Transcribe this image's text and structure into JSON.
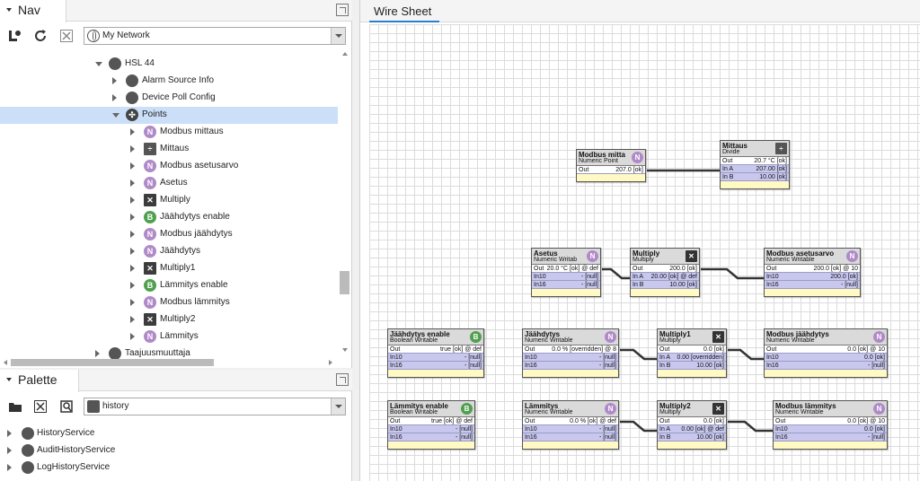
{
  "nav": {
    "title": "Nav",
    "station": "My Network",
    "tree": [
      {
        "label": "HSL 44",
        "icon": "device-icon",
        "arrow": "down",
        "indent": 106
      },
      {
        "label": "Alarm Source Info",
        "icon": "alarm-icon",
        "arrow": "right",
        "indent": 125
      },
      {
        "label": "Device Poll Config",
        "icon": "device-icon",
        "arrow": "right",
        "indent": 125
      },
      {
        "label": "Points",
        "icon": "points-icon",
        "arrow": "down",
        "indent": 125,
        "selected": true
      },
      {
        "label": "Modbus mittaus",
        "icon": "N",
        "arrow": "right",
        "indent": 145
      },
      {
        "label": "Mittaus",
        "icon": "divide",
        "arrow": "right",
        "indent": 145
      },
      {
        "label": "Modbus asetusarvo",
        "icon": "N",
        "arrow": "right",
        "indent": 145
      },
      {
        "label": "Asetus",
        "icon": "N",
        "arrow": "right",
        "indent": 145
      },
      {
        "label": "Multiply",
        "icon": "x",
        "arrow": "right",
        "indent": 145
      },
      {
        "label": "Jäähdytys enable",
        "icon": "B",
        "arrow": "right",
        "indent": 145
      },
      {
        "label": "Modbus jäähdytys",
        "icon": "N",
        "arrow": "right",
        "indent": 145
      },
      {
        "label": "Jäähdytys",
        "icon": "N",
        "arrow": "right",
        "indent": 145
      },
      {
        "label": "Multiply1",
        "icon": "x",
        "arrow": "right",
        "indent": 145
      },
      {
        "label": "Lämmitys enable",
        "icon": "B",
        "arrow": "right",
        "indent": 145
      },
      {
        "label": "Modbus lämmitys",
        "icon": "N",
        "arrow": "right",
        "indent": 145
      },
      {
        "label": "Multiply2",
        "icon": "x",
        "arrow": "right",
        "indent": 145
      },
      {
        "label": "Lämmitys",
        "icon": "N",
        "arrow": "right",
        "indent": 145
      },
      {
        "label": "Taajuusmuuttaja",
        "icon": "device-icon",
        "arrow": "right",
        "indent": 106
      }
    ]
  },
  "palette": {
    "title": "Palette",
    "module": "history",
    "items": [
      {
        "label": "HistoryService"
      },
      {
        "label": "AuditHistoryService"
      },
      {
        "label": "LogHistoryService"
      }
    ]
  },
  "wiresheet": {
    "tab": "Wire Sheet",
    "blocks": [
      {
        "id": "modbus-mittaus",
        "name": "Modbus mitta",
        "type": "Numeric Point",
        "icon": "N",
        "slots": [
          {
            "n": "Out",
            "v": "207.0 [ok]",
            "kind": "out"
          }
        ]
      },
      {
        "id": "mittaus",
        "name": "Mittaus",
        "type": "Divide",
        "icon": "÷",
        "slots": [
          {
            "n": "Out",
            "v": "20.7 °C [ok]",
            "kind": "out"
          },
          {
            "n": "In A",
            "v": "207.00 [ok]",
            "kind": "in"
          },
          {
            "n": "In B",
            "v": "10.00 [ok]",
            "kind": "in"
          }
        ]
      },
      {
        "id": "asetus",
        "name": "Asetus",
        "type": "Numeric Writab",
        "icon": "N",
        "slots": [
          {
            "n": "Out",
            "v": "20.0 °C [ok] @ def",
            "kind": "out"
          },
          {
            "n": "In10",
            "v": "- [null]",
            "kind": "in"
          },
          {
            "n": "In16",
            "v": "- [null]",
            "kind": "in"
          }
        ]
      },
      {
        "id": "multiply",
        "name": "Multiply",
        "type": "Multiply",
        "icon": "✕",
        "slots": [
          {
            "n": "Out",
            "v": "200.0 [ok]",
            "kind": "out"
          },
          {
            "n": "In A",
            "v": "20.00 [ok] @ def",
            "kind": "in"
          },
          {
            "n": "In B",
            "v": "10.00 [ok]",
            "kind": "in"
          }
        ]
      },
      {
        "id": "modbus-asetusarvo",
        "name": "Modbus asetusarvo",
        "type": "Numeric Writable",
        "icon": "N",
        "slots": [
          {
            "n": "Out",
            "v": "200.0 [ok] @ 10",
            "kind": "out"
          },
          {
            "n": "In10",
            "v": "200.0 [ok]",
            "kind": "in"
          },
          {
            "n": "In16",
            "v": "- [null]",
            "kind": "in"
          }
        ]
      },
      {
        "id": "jaahdytys-enable",
        "name": "Jäähdytys enable",
        "type": "Boolean Writable",
        "icon": "B",
        "slots": [
          {
            "n": "Out",
            "v": "true [ok] @ def",
            "kind": "out"
          },
          {
            "n": "In10",
            "v": "- [null]",
            "kind": "in"
          },
          {
            "n": "In16",
            "v": "- [null]",
            "kind": "in"
          }
        ]
      },
      {
        "id": "jaahdytys",
        "name": "Jäähdytys",
        "type": "Numeric Writable",
        "icon": "N",
        "slots": [
          {
            "n": "Out",
            "v": "0.0 % [overridden] @ 8",
            "kind": "out"
          },
          {
            "n": "In10",
            "v": "- [null]",
            "kind": "in"
          },
          {
            "n": "In16",
            "v": "- [null]",
            "kind": "in"
          }
        ]
      },
      {
        "id": "multiply1",
        "name": "Multiply1",
        "type": "Multiply",
        "icon": "✕",
        "slots": [
          {
            "n": "Out",
            "v": "0.0 [ok]",
            "kind": "out"
          },
          {
            "n": "In A",
            "v": "0.00 [overridden]",
            "kind": "in"
          },
          {
            "n": "In B",
            "v": "10.00 [ok]",
            "kind": "in"
          }
        ]
      },
      {
        "id": "modbus-jaahdytys",
        "name": "Modbus jäähdytys",
        "type": "Numeric Writable",
        "icon": "N",
        "slots": [
          {
            "n": "Out",
            "v": "0.0 [ok] @ 10",
            "kind": "out"
          },
          {
            "n": "In10",
            "v": "0.0 [ok]",
            "kind": "in"
          },
          {
            "n": "In16",
            "v": "- [null]",
            "kind": "in"
          }
        ]
      },
      {
        "id": "lammitys-enable",
        "name": "Lämmitys enable",
        "type": "Boolean Writable",
        "icon": "B",
        "slots": [
          {
            "n": "Out",
            "v": "true [ok] @ def",
            "kind": "out"
          },
          {
            "n": "In10",
            "v": "- [null]",
            "kind": "in"
          },
          {
            "n": "In16",
            "v": "- [null]",
            "kind": "in"
          }
        ]
      },
      {
        "id": "lammitys",
        "name": "Lämmitys",
        "type": "Numeric Writable",
        "icon": "N",
        "slots": [
          {
            "n": "Out",
            "v": "0.0 % [ok] @ def",
            "kind": "out"
          },
          {
            "n": "In10",
            "v": "- [null]",
            "kind": "in"
          },
          {
            "n": "In16",
            "v": "- [null]",
            "kind": "in"
          }
        ]
      },
      {
        "id": "multiply2",
        "name": "Multiply2",
        "type": "Multiply",
        "icon": "✕",
        "slots": [
          {
            "n": "Out",
            "v": "0.0 [ok]",
            "kind": "out"
          },
          {
            "n": "In A",
            "v": "0.00 [ok] @ def",
            "kind": "in"
          },
          {
            "n": "In B",
            "v": "10.00 [ok]",
            "kind": "in"
          }
        ]
      },
      {
        "id": "modbus-lammitys",
        "name": "Modbus lämmitys",
        "type": "Numeric Writable",
        "icon": "N",
        "slots": [
          {
            "n": "Out",
            "v": "0.0 [ok] @ 10",
            "kind": "out"
          },
          {
            "n": "In10",
            "v": "0.0 [ok]",
            "kind": "in"
          },
          {
            "n": "In16",
            "v": "- [null]",
            "kind": "in"
          }
        ]
      }
    ],
    "links": [
      {
        "from": "modbus-mittaus",
        "fromSlot": 0,
        "to": "mittaus",
        "toSlot": 1
      },
      {
        "from": "asetus",
        "fromSlot": 0,
        "to": "multiply",
        "toSlot": 1
      },
      {
        "from": "multiply",
        "fromSlot": 0,
        "to": "modbus-asetusarvo",
        "toSlot": 1
      },
      {
        "from": "jaahdytys",
        "fromSlot": 0,
        "to": "multiply1",
        "toSlot": 1
      },
      {
        "from": "multiply1",
        "fromSlot": 0,
        "to": "modbus-jaahdytys",
        "toSlot": 1
      },
      {
        "from": "lammitys",
        "fromSlot": 0,
        "to": "multiply2",
        "toSlot": 1
      },
      {
        "from": "multiply2",
        "fromSlot": 0,
        "to": "modbus-lammitys",
        "toSlot": 1
      }
    ]
  }
}
